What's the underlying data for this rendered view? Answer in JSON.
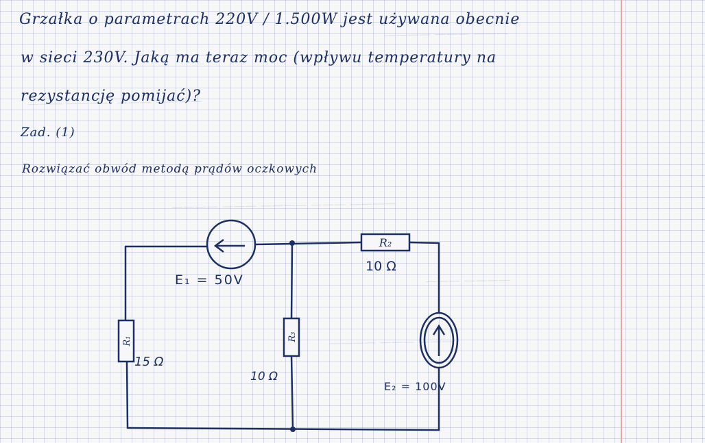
{
  "problem_text": {
    "line1": "Grzałka o parametrach 220V / 1.500W jest używana obecnie",
    "line2": "w sieci 230V. Jaką ma teraz moc (wpływu temperatury na",
    "line3": "rezystancję pomijać)?",
    "task_number": "Zad. (1)",
    "instruction": "Rozwiązać obwód metodą prądów oczkowych"
  },
  "circuit": {
    "e1_label": "E₁ = 50V",
    "e2_label": "E₂ = 100V",
    "r1_label": "15 Ω",
    "r2_label": "10 Ω",
    "r3_label": "10 Ω",
    "r1_symbol": "R₁",
    "r2_symbol": "R₂",
    "r3_symbol": "R₃",
    "e1_direction": "left",
    "e2_direction": "up"
  },
  "colors": {
    "ink": "#1c2f63",
    "grid": "#969fb9",
    "margin_line": "#e7a9a9"
  }
}
